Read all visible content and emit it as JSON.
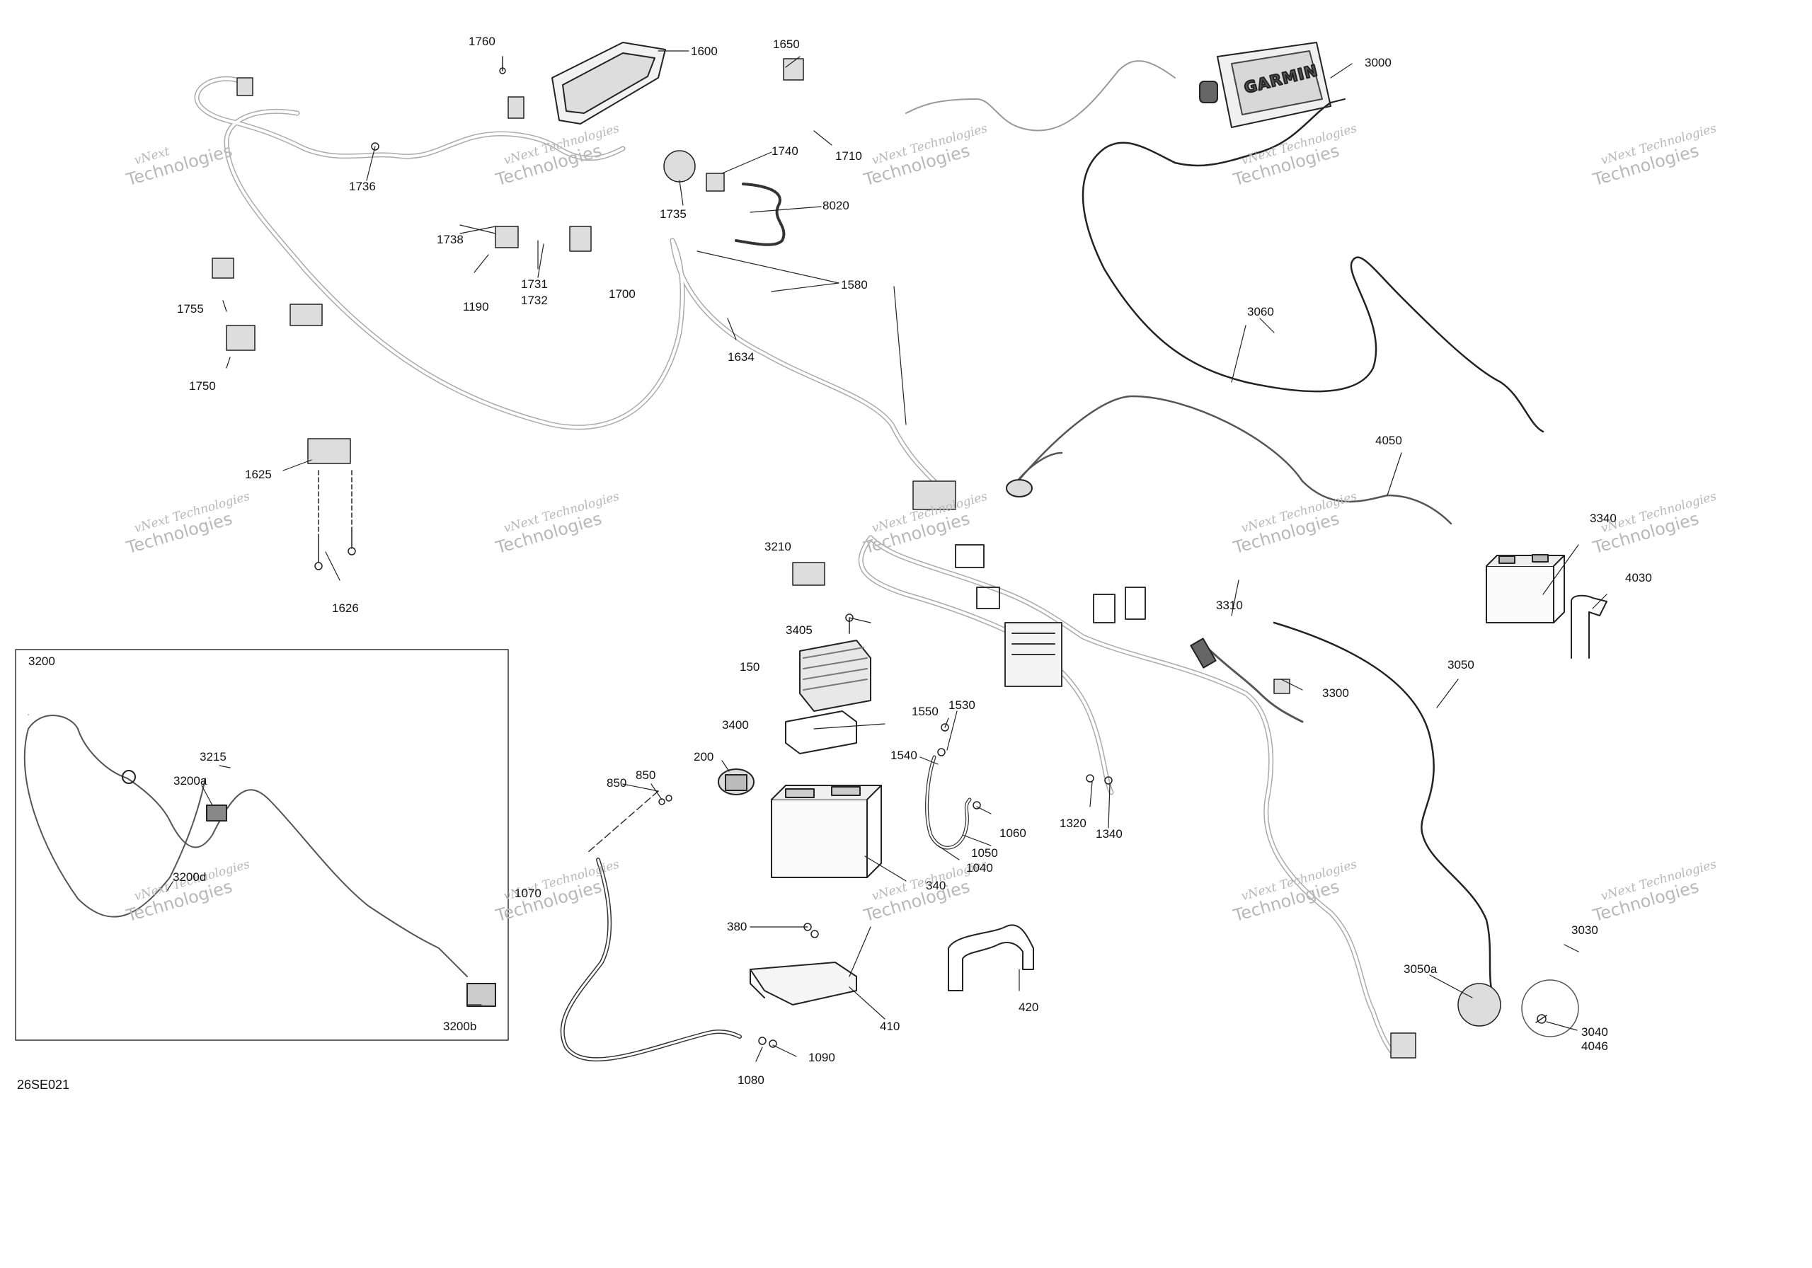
{
  "diagram_code": "26SE021",
  "brand_text": "GARMIN",
  "watermark": {
    "line1": "vNext",
    "line2": "Technologies",
    "inline": "vNext Technologies"
  },
  "labels": {
    "l1760": "1760",
    "l1600": "1600",
    "l1650": "1650",
    "l3000": "3000",
    "l1736": "1736",
    "l1740": "1740",
    "l1710": "1710",
    "l1735": "1735",
    "l8020": "8020",
    "l1738": "1738",
    "l1731": "1731",
    "l1732": "1732",
    "l1190": "1190",
    "l1700": "1700",
    "l1580": "1580",
    "l1755": "1755",
    "l1634": "1634",
    "l3060": "3060",
    "l1750": "1750",
    "l4050": "4050",
    "l1625": "1625",
    "l3340": "3340",
    "l4030": "4030",
    "l3210": "3210",
    "l1626": "1626",
    "l3310": "3310",
    "l3405": "3405",
    "l150": "150",
    "l3050": "3050",
    "l3300": "3300",
    "l1550": "1550",
    "l1530": "1530",
    "l3400": "3400",
    "l1540": "1540",
    "l200": "200",
    "l850a": "850",
    "l850b": "850",
    "l1060": "1060",
    "l1320": "1320",
    "l1340": "1340",
    "l1050": "1050",
    "l1040": "1040",
    "l340": "340",
    "l1070": "1070",
    "l380": "380",
    "l3030": "3030",
    "l3050a": "3050a",
    "l420": "420",
    "l410": "410",
    "l3040": "3040",
    "l4046": "4046",
    "l1090": "1090",
    "l1080": "1080",
    "l3200": "3200",
    "l3215": "3215",
    "l3200a": "3200a",
    "l3200d": "3200d",
    "l3200b": "3200b"
  }
}
